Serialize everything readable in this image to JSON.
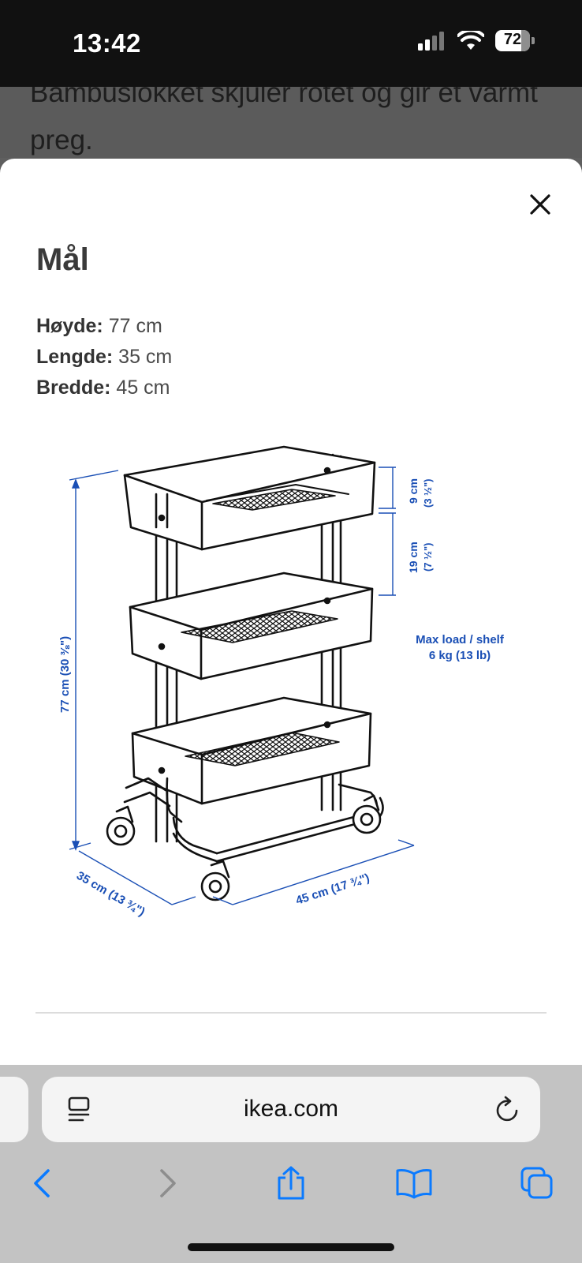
{
  "status": {
    "time": "13:42",
    "battery": "72"
  },
  "background_page": {
    "text": "Bambuslokket skjuler rotet og gir et varmt preg."
  },
  "modal": {
    "title": "Mål",
    "dimensions": [
      {
        "label": "Høyde:",
        "value": "77 cm"
      },
      {
        "label": "Lengde:",
        "value": "35 cm"
      },
      {
        "label": "Bredde:",
        "value": "45 cm"
      }
    ],
    "diagram": {
      "height_label": "77 cm (30 ⅜\")",
      "length_label": "35 cm (13 ¾\")",
      "width_label": "45 cm (17 ¾\")",
      "top_basket_label_cm": "9 cm",
      "top_basket_label_in": "(3 ½\")",
      "spacing_label_cm": "19 cm",
      "spacing_label_in": "(7 ½\")",
      "max_load_line1": "Max load / shelf",
      "max_load_line2": "6 kg (13 lb)"
    }
  },
  "browser": {
    "url": "ikea.com"
  },
  "icons": {
    "close": "close-icon",
    "reader": "reader-mode-icon",
    "reload": "reload-icon",
    "back": "back-arrow-icon",
    "forward": "forward-arrow-icon",
    "share": "share-icon",
    "bookmarks": "book-icon",
    "tabs": "tabs-icon"
  },
  "colors": {
    "accent": "#1a4fb5",
    "link_blue": "#0a7aff"
  }
}
